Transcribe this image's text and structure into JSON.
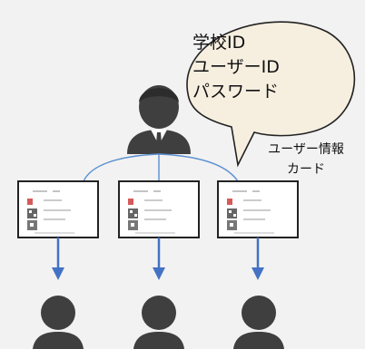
{
  "bubble": {
    "lines": [
      "学校ID",
      "ユーザーID",
      "パスワード"
    ]
  },
  "card_label": {
    "line1": "ユーザー情報",
    "line2": "カード"
  },
  "colors": {
    "background": "#f2f2f2",
    "person": "#3f3f3f",
    "connector": "#5b8fd0",
    "arrow": "#4472c4",
    "card_border": "#222222"
  },
  "cards": [
    {
      "name": "user-info-card-1"
    },
    {
      "name": "user-info-card-2"
    },
    {
      "name": "user-info-card-3"
    }
  ],
  "recipients": [
    {
      "name": "recipient-person-1"
    },
    {
      "name": "recipient-person-2"
    },
    {
      "name": "recipient-person-3"
    }
  ]
}
